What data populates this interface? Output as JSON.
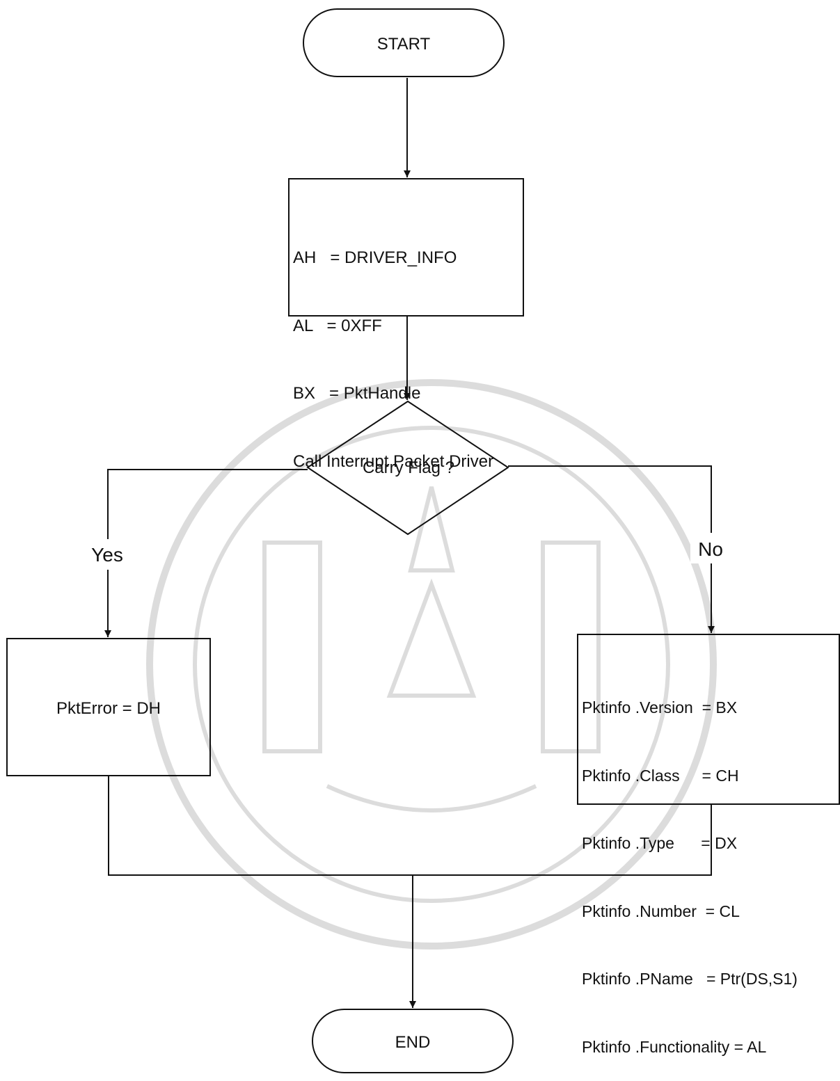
{
  "flowchart": {
    "start_label": "START",
    "end_label": "END",
    "init_box_lines": [
      "AH   = DRIVER_INFO",
      "AL   = 0XFF",
      "BX   = PktHandle",
      "Call Interrupt Packet Driver"
    ],
    "decision_label": "Carry Flag ?",
    "yes_label": "Yes",
    "no_label": "No",
    "error_box_label": "PktError = DH",
    "info_box_lines": [
      "Pktinfo .Version  = BX",
      "Pktinfo .Class     = CH",
      "Pktinfo .Type      = DX",
      "Pktinfo .Number  = CL",
      "Pktinfo .PName   = Ptr(DS,S1)",
      "Pktinfo .Functionality = AL"
    ]
  },
  "colors": {
    "line": "#111111",
    "watermark": "#dcdcdc",
    "background": "#ffffff"
  }
}
